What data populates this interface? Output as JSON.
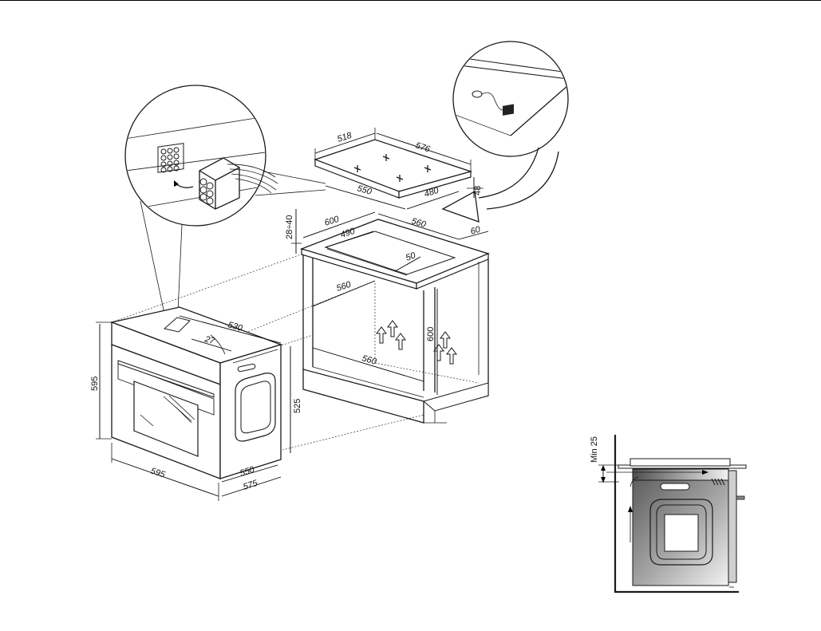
{
  "dimensions": {
    "hob_width": "576",
    "hob_depth": "518",
    "hob_cutout_width": "550",
    "hob_cutout_depth": "480",
    "hob_height": "48",
    "worktop_thickness": "28÷40",
    "worktop_depth": "600",
    "worktop_cutout_depth": "490",
    "worktop_cutout_width": "560",
    "rear_clearance": "60",
    "front_clearance": "50",
    "cabinet_inner_width_top": "560",
    "cabinet_inner_height": "600",
    "cabinet_inner_width_bottom": "560",
    "oven_depth": "530",
    "oven_fascia_depth": "27",
    "oven_height": "595",
    "oven_width": "595",
    "oven_body_height": "525",
    "oven_body_depth": "550",
    "oven_total_depth": "575",
    "min_gap_label": "Min 25"
  },
  "colors": {
    "line": "#1a1a1a",
    "oven_front_dark": "#6b6b6b",
    "oven_front_light": "#e8e8e8"
  },
  "icons": [
    "connector-plug-icon",
    "connector-socket-icon",
    "airflow-arrow-icon",
    "cable-plug-icon"
  ]
}
